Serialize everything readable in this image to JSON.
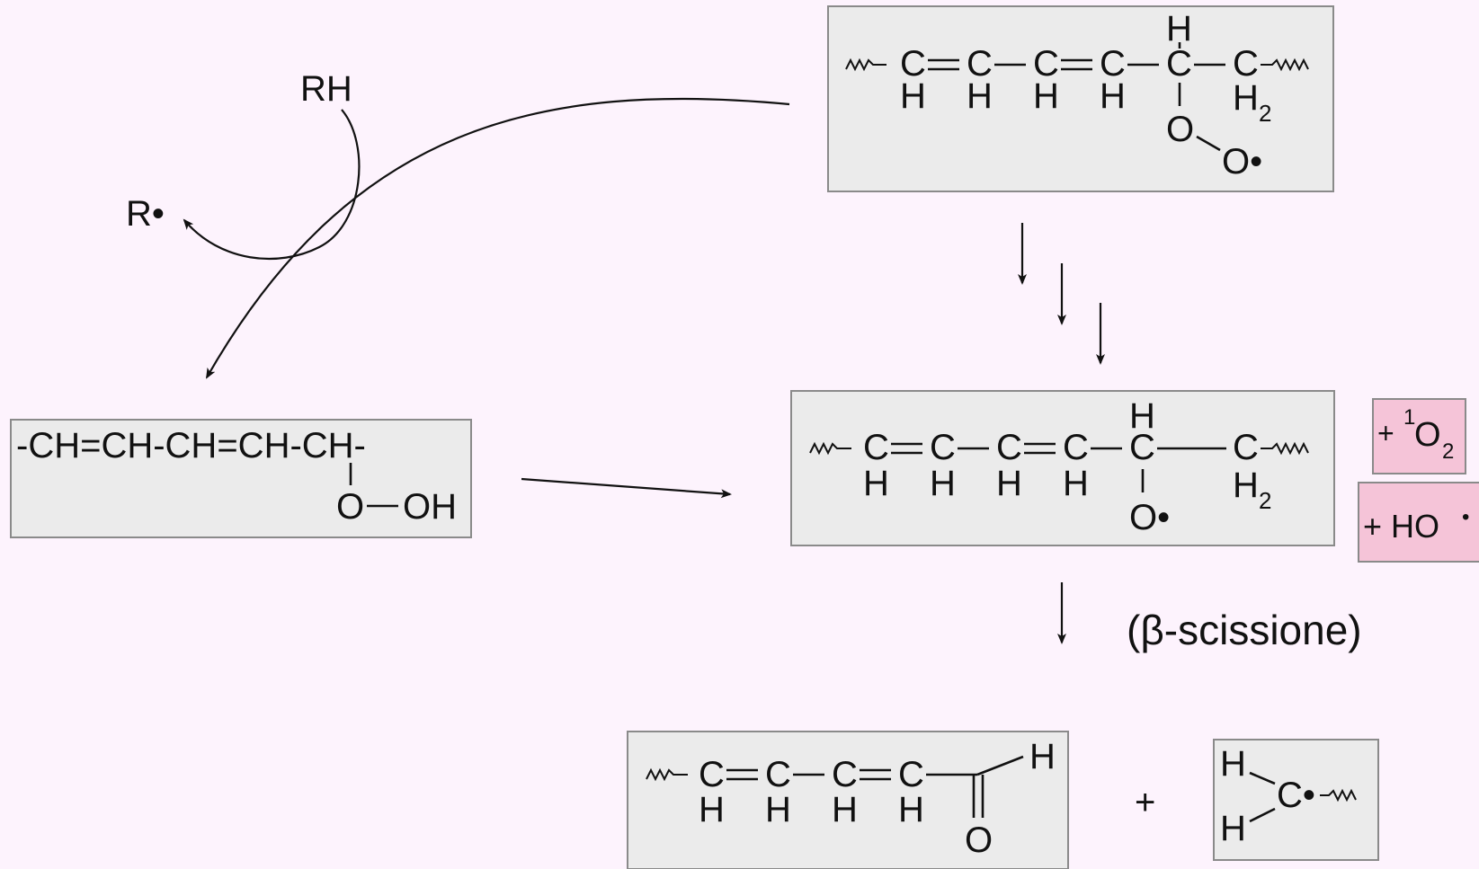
{
  "reagents": {
    "rh": "RH",
    "r_radical": "R•"
  },
  "peroxyl_radical": {
    "carbons": [
      "C",
      "C",
      "C",
      "C",
      "C",
      "C"
    ],
    "h_below": [
      "H",
      "H",
      "H",
      "H"
    ],
    "h_above": "H",
    "h2": "H",
    "h2_sub": "2",
    "o1": "O",
    "o2_radical": "O•"
  },
  "hydroperoxide": {
    "formula": "-CH=CH-CH=CH-CH-",
    "oo": "O",
    "oh": "OH"
  },
  "alkoxyl_radical": {
    "carbons": [
      "C",
      "C",
      "C",
      "C",
      "C",
      "C"
    ],
    "h_below": [
      "H",
      "H",
      "H",
      "H"
    ],
    "h_above": "H",
    "h2": "H",
    "h2_sub": "2",
    "o_radical": "O•"
  },
  "byproducts": {
    "singlet_oxygen": {
      "plus": "+",
      "sup": "1",
      "o": "O",
      "sub": "2"
    },
    "hydroxyl": {
      "text": "+  HO",
      "dot": "•"
    }
  },
  "scission_label": "(β-scissione)",
  "aldehyde": {
    "carbons": [
      "C",
      "C",
      "C",
      "C"
    ],
    "h_below": [
      "H",
      "H",
      "H",
      "H"
    ],
    "h_end": "H",
    "o": "O"
  },
  "plus_sign": "+",
  "alkyl_radical": {
    "h_top": "H",
    "h_bottom": "H",
    "c_radical": "C•"
  }
}
